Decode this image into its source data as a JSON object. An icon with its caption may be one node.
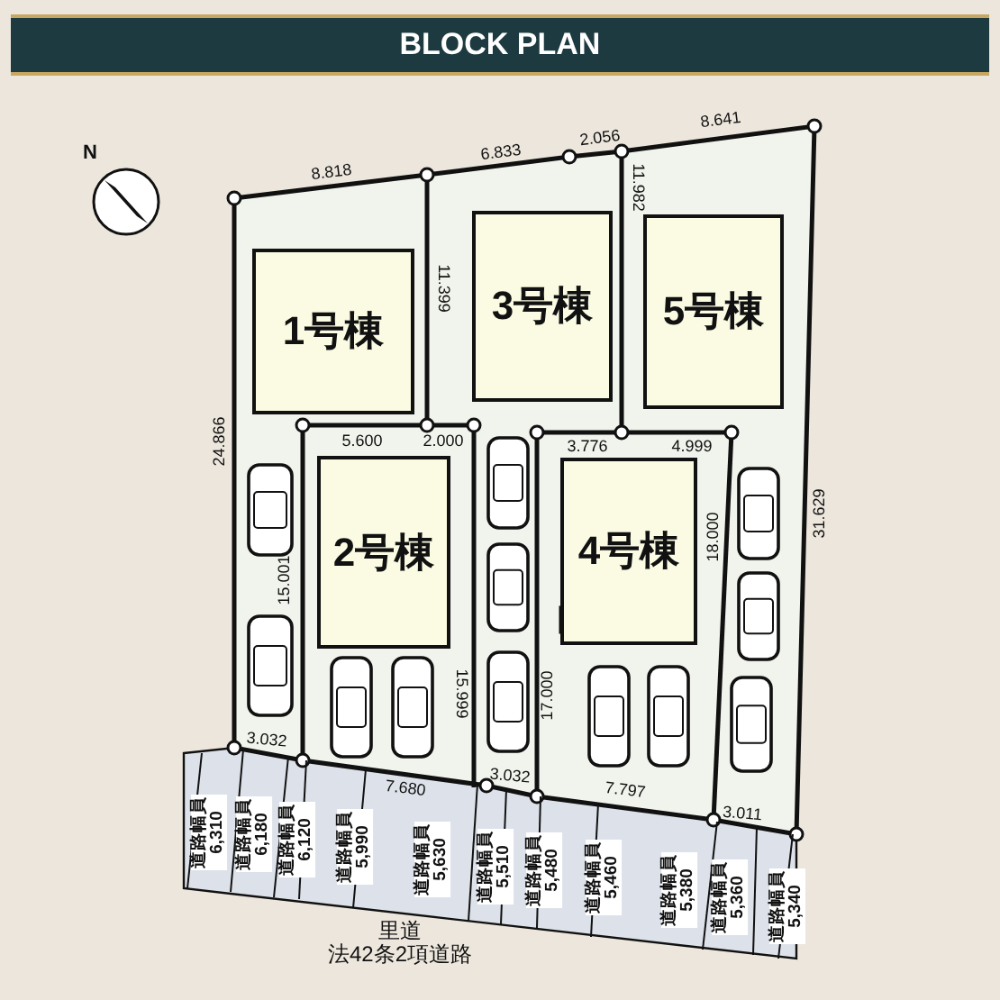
{
  "diagram": {
    "title": "BLOCK PLAN",
    "nodes": [
      {
        "text": [
          "1号棟"
        ]
      },
      {
        "text": [
          "3号棟"
        ]
      },
      {
        "text": [
          "5号棟"
        ]
      },
      {
        "text": [
          "2号棟"
        ]
      },
      {
        "text": [
          "4号棟"
        ]
      }
    ],
    "labels": [
      "N",
      "8.818",
      "6.833",
      "2.056",
      "8.641",
      "11.982",
      "11.399",
      "24.866",
      "5.600",
      "2.000",
      "3.776",
      "4.999",
      "31.629",
      "15.001",
      "18.000",
      "15.999",
      "17.000",
      "3.032",
      "3.032",
      "7.680",
      "7.797",
      "3.011",
      "道路幅員 6,310",
      "道路幅員 6,180",
      "道路幅員 6,120",
      "道路幅員 5,990",
      "道路幅員 5,630",
      "道路幅員 5,510",
      "道路幅員 5,480",
      "道路幅員 5,460",
      "道路幅員 5,380",
      "道路幅員 5,360",
      "道路幅員 5,340",
      "里道",
      "法42条2項道路"
    ]
  }
}
